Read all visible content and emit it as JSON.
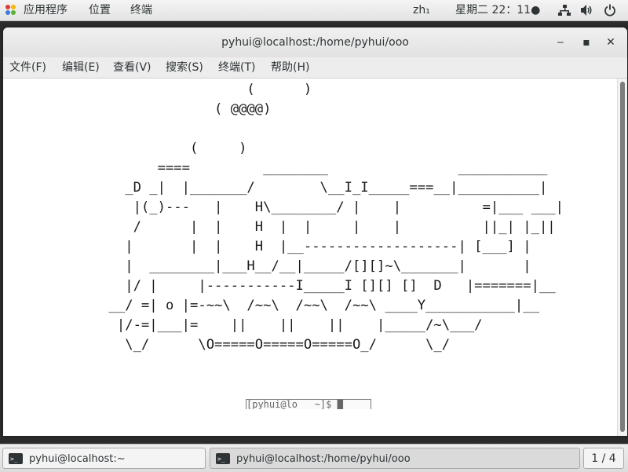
{
  "topbar": {
    "applications": "应用程序",
    "places": "位置",
    "terminal": "终端",
    "input_method": "zh₁",
    "clock": "星期二 22：11●",
    "icons": [
      "network-icon",
      "volume-icon",
      "power-icon"
    ]
  },
  "window": {
    "title": "pyhui@localhost:/home/pyhui/ooo",
    "minimize": "‒",
    "maximize": "▪",
    "close": "✕"
  },
  "menubar": {
    "file": "文件(F)",
    "edit": "编辑(E)",
    "view": "查看(V)",
    "search": "搜索(S)",
    "terminal": "终端(T)",
    "help": "帮助(H)"
  },
  "terminal": {
    "content": "                              (      )\n                          ( @@@@)\n\n                       (     )\n                   ====         ________                ___________\n               _D _|  |_______/        \\__I_I_____===__|__________|\n                |(_)---   |    H\\________/ |    |          =|___ ___|\n                /      |  |    H  |  |     |    |          ||_| |_||\n               |       |  |    H  |__-------------------| [___] |\n               |  ________|___H__/__|_____/[][]~\\_______|       |\n               |/ |     |-----------I_____I [][] []  D   |=======|__\n             __/ =| o |=-~~\\  /~~\\  /~~\\  /~~\\ ____Y___________|__\n              |/-=|___|=    ||    ||    ||    |_____/~\\___/\n               \\_/      \\O=====O=====O=====O_/      \\_/",
    "ghost_prompt": "[pyhui@lo   ~]$ █"
  },
  "taskbar": {
    "task1": "pyhui@localhost:~",
    "task2": "pyhui@localhost:/home/pyhui/ooo",
    "workspace": "1 / 4"
  },
  "colors": {
    "panel_bg": "#ececec",
    "terminal_bg": "#ffffff",
    "terminal_fg": "#1a1a1a",
    "apps_icon_colors": [
      "#e03b2e",
      "#f2b705",
      "#3b7ddd",
      "#5bb236"
    ]
  }
}
